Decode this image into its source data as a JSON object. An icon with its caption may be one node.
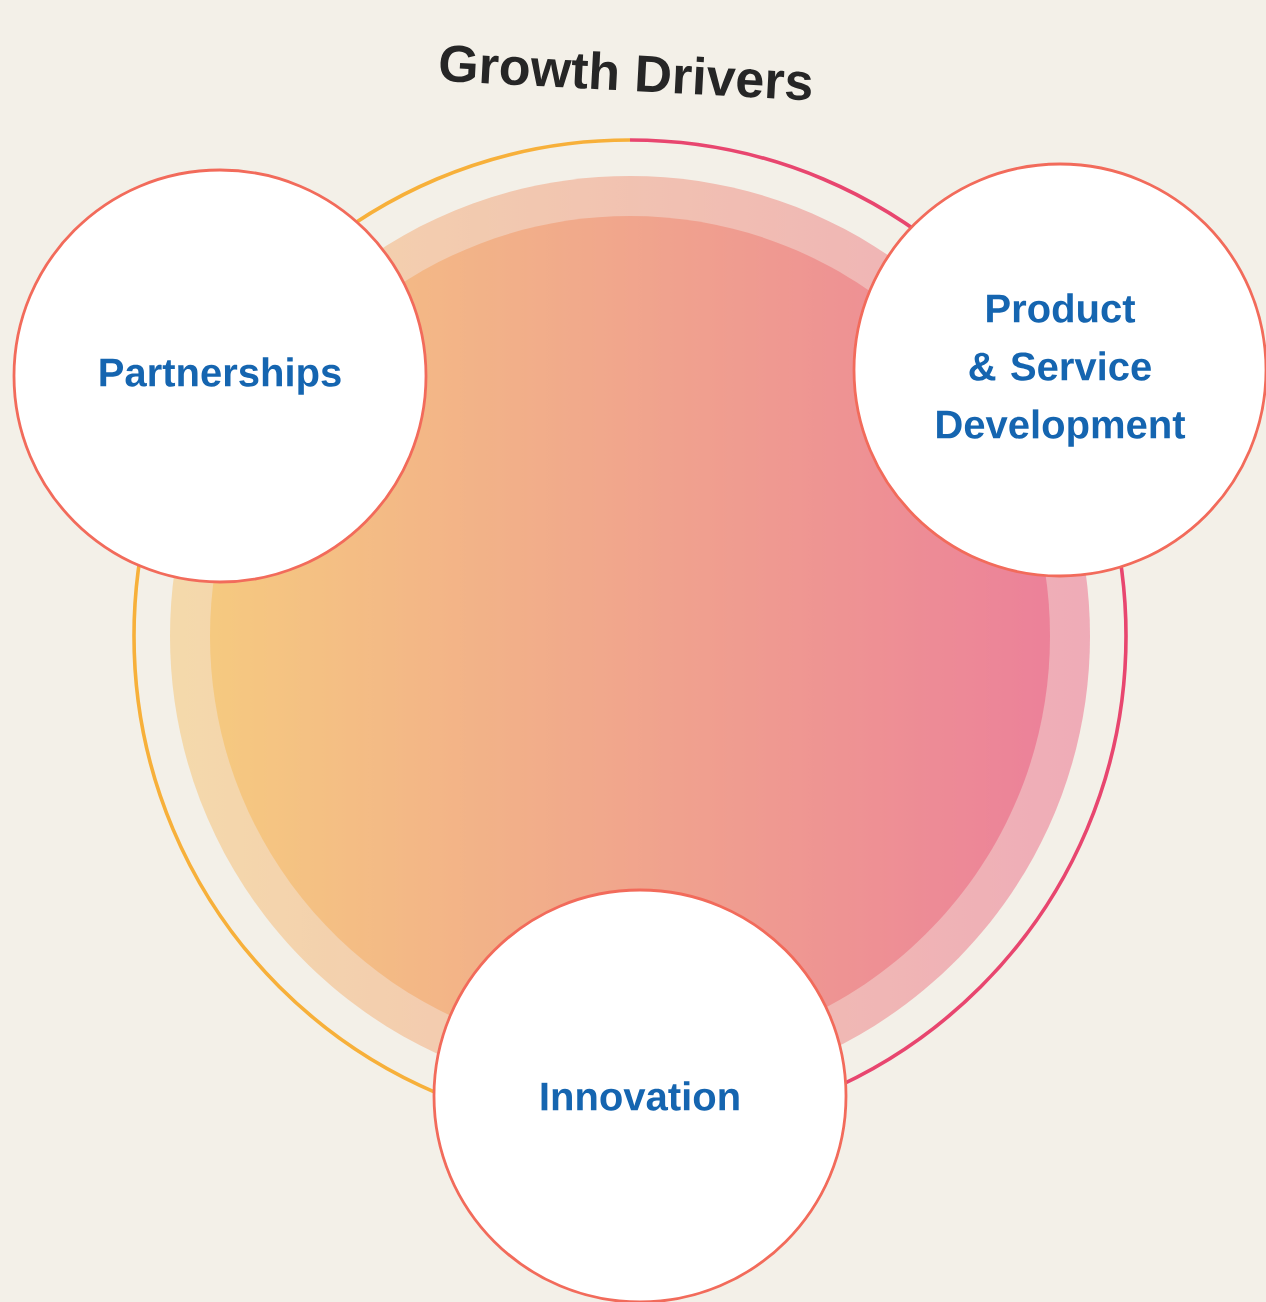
{
  "diagram": {
    "title": "Growth Drivers",
    "nodes": [
      {
        "text": [
          "Partnerships"
        ]
      },
      {
        "text": [
          "Product & Service Development"
        ]
      },
      {
        "text": [
          "Innovation"
        ]
      }
    ]
  }
}
